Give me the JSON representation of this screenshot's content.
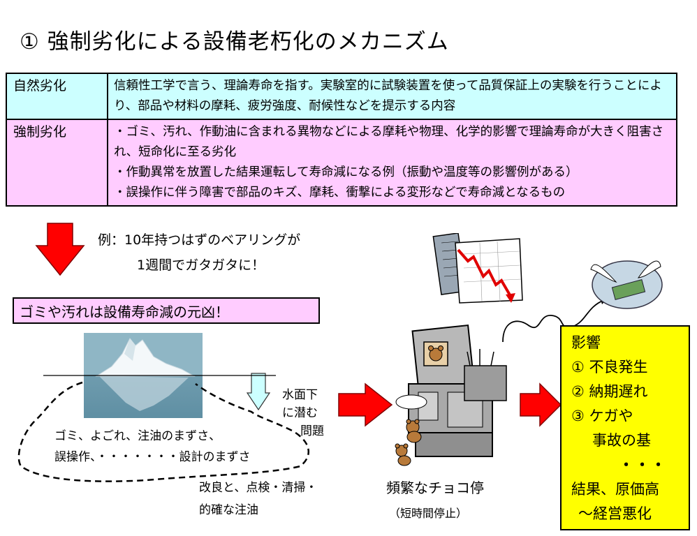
{
  "title": "① 強制劣化による設備老朽化のメカニズム",
  "table": {
    "natural": {
      "label": "自然劣化",
      "text": "信頼性工学で言う、理論寿命を指す。実験室的に試験装置を使って品質保証上の実験を行うことにより、部品や材料の摩耗、疲労強度、耐候性などを提示する内容"
    },
    "forced": {
      "label": "強制劣化",
      "lines": [
        "・ゴミ、汚れ、作動油に含まれる異物などによる摩耗や物理、化学的影響で理論寿命が大きく阻害され、短命化に至る劣化",
        "・作動異常を放置した結果運転して寿命減になる例（振動や温度等の影響例がある）",
        "・誤操作に伴う障害で部品のキズ、摩耗、衝撃による変形などで寿命減となるもの"
      ]
    }
  },
  "example": {
    "line1": "例：10年持つはずのベアリングが",
    "line2": "1週間でガタガタに！"
  },
  "callout": "ゴミや汚れは設備寿命減の元凶！",
  "underwater": [
    "水面下",
    "に潜む",
    "問題"
  ],
  "problems": [
    "ゴミ、よごれ、注油のまずさ、",
    "誤操作、・・・・・・・設計のまずさ"
  ],
  "remedy": [
    "改良と、点検・清掃・",
    "的確な注油"
  ],
  "choko": {
    "caption": "頻繁なチョコ停",
    "sub": "（短時間停止）"
  },
  "impact": {
    "heading": "影響",
    "items": [
      "① 不良発生",
      "② 納期遅れ",
      "③ ケガや"
    ],
    "item3_cont": "事故の基",
    "dots": "・・・",
    "result1": "結果、原価高",
    "result2": "～経営悪化"
  },
  "colors": {
    "natural_bg": "#ccffff",
    "forced_bg": "#ffccff",
    "arrow": "#ff0000",
    "impact_bg": "#ffff00"
  }
}
